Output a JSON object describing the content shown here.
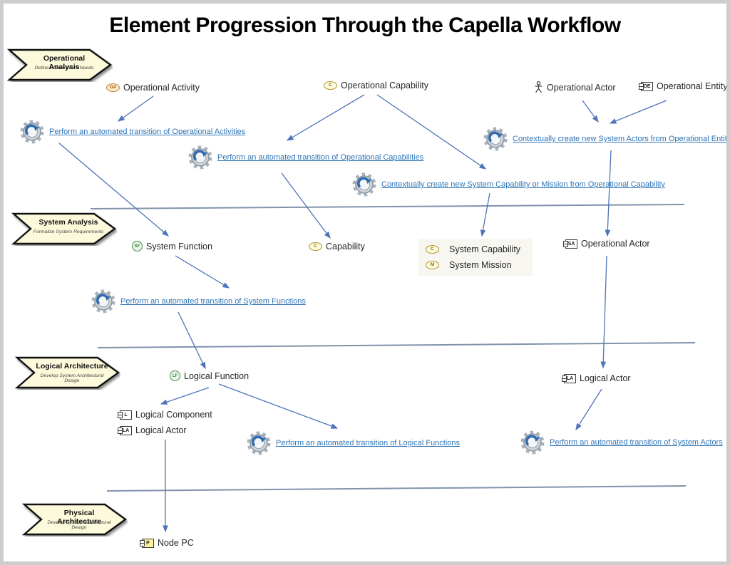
{
  "title": "Element Progression Through the Capella Workflow",
  "colors": {
    "link": "#2e75b6",
    "arrow": "#4f74b8",
    "separator": "#8193ac",
    "banner_fill": "#fdfadb"
  },
  "phases": [
    {
      "name": "Operational Analysis",
      "subtitle": "Define Stakeholders Needs"
    },
    {
      "name": "System Analysis",
      "subtitle": "Formalize System Requirements"
    },
    {
      "name": "Logical Architecture",
      "subtitle": "Develop System Architectural Design"
    },
    {
      "name": "Physical Architecture",
      "subtitle": "Develop System Architectural Design"
    }
  ],
  "elements": {
    "operational_activity": {
      "badge": "OA",
      "label": "Operational Activity"
    },
    "operational_capability": {
      "badge": "C",
      "label": "Operational Capability"
    },
    "operational_actor_top": {
      "badge": "",
      "label": "Operational Actor"
    },
    "operational_entity": {
      "badge": "OE",
      "label": "Operational Entity"
    },
    "system_function": {
      "badge": "SF",
      "label": "System Function"
    },
    "capability": {
      "badge": "C",
      "label": "Capability"
    },
    "system_capability": {
      "badge": "C",
      "label": "System Capability"
    },
    "system_mission": {
      "badge": "M",
      "label": "System Mission"
    },
    "operational_actor_sa": {
      "badge": "SA",
      "label": "Operational Actor"
    },
    "logical_function": {
      "badge": "LF",
      "label": "Logical Function"
    },
    "logical_actor_right": {
      "badge": "LA",
      "label": "Logical Actor"
    },
    "logical_component": {
      "badge": "L",
      "label": "Logical Component"
    },
    "logical_actor_left": {
      "badge": "LA",
      "label": "Logical Actor"
    },
    "node_pc": {
      "badge": "P",
      "label": "Node PC"
    }
  },
  "actions": {
    "transition_operational_activities": "Perform an automated transition of Operational Activities",
    "transition_operational_capabilities": "Perform an automated transition of Operational Capabilities",
    "create_system_actors": "Contextually create new System Actors from Operational Entities / Actors",
    "create_system_capability": "Contextually create new System Capability or Mission from Operational Capability",
    "transition_system_functions": "Perform an automated transition of System Functions",
    "transition_logical_functions": "Perform an automated transition of Logical Functions",
    "transition_system_actors": "Perform an automated transition of System Actors"
  }
}
